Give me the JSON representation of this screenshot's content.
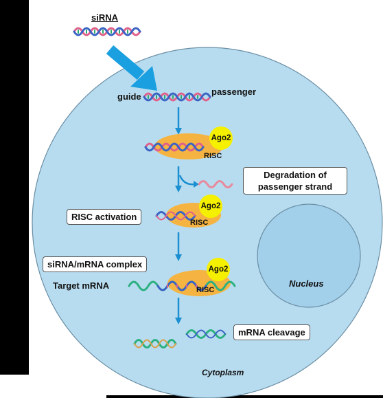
{
  "labels": {
    "sirna": "siRNA",
    "guide": "guide",
    "passenger": "passenger",
    "ago2": "Ago2",
    "risc": "RISC",
    "target_mrna": "Target mRNA",
    "nucleus": "Nucleus",
    "cytoplasm": "Cytoplasm"
  },
  "steps": {
    "degradation": "Degradation of\npassenger strand",
    "risc_activation": "RISC activation",
    "complex": "siRNA/mRNA complex",
    "cleavage": "mRNA cleavage"
  },
  "colors": {
    "cell_fill": "#b8dcef",
    "nucleus_fill": "#a2cfea",
    "arrow": "#1a8fd1",
    "risc": "#f5b441",
    "ago2": "#f5f000"
  }
}
